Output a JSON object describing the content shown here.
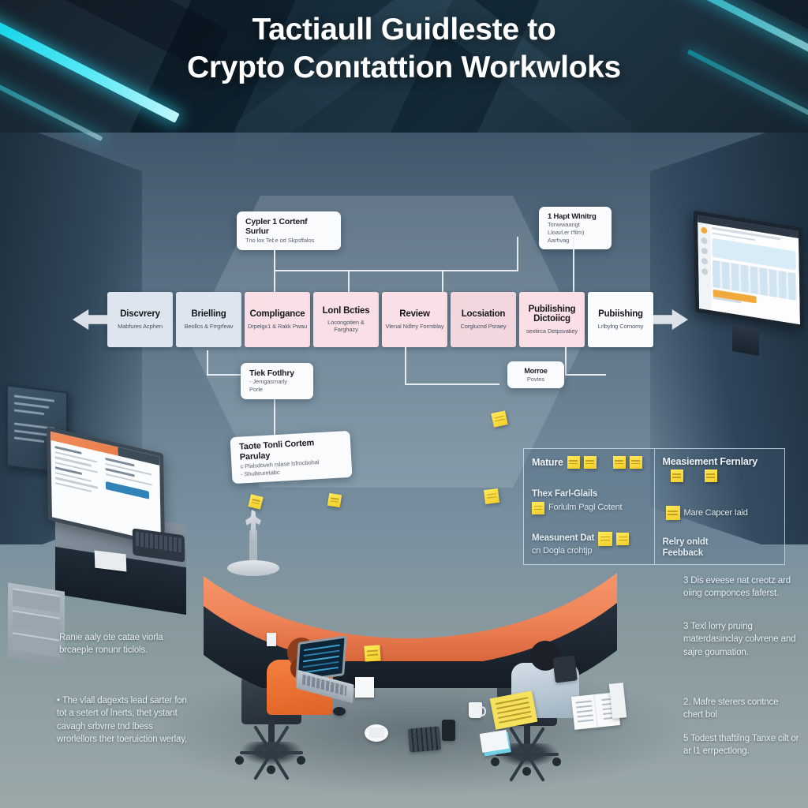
{
  "title": {
    "line1": "Tactiaull Guidleste to",
    "line2": "Crypto Conıtattion Workwloks"
  },
  "pipeline": {
    "left_arrow_icon": "arrow-left-icon",
    "right_arrow_icon": "arrow-right-icon",
    "stages": [
      {
        "title": "Discvrery",
        "sub": "Mabfures\nAcphen",
        "tone": "blue"
      },
      {
        "title": "Brielling",
        "sub": "Beollcs &\nFrrgrfeav",
        "tone": "blue"
      },
      {
        "title": "Compligance",
        "sub": "Drpelgx1 &\nRakk Pwau",
        "tone": "pink"
      },
      {
        "title": "Lonl Bcties",
        "sub": "Locongotien &\nFarghazy",
        "tone": "pink"
      },
      {
        "title": "Review",
        "sub": "Vlenal Ndlrry\nFormblay",
        "tone": "pink"
      },
      {
        "title": "Locsiation",
        "sub": "Corglucnd\nPsraey",
        "tone": "pinkdim"
      },
      {
        "title": "Pubilishing Dictoiicg",
        "sub": "sextirca\nDetpsvatiey",
        "tone": "pink"
      },
      {
        "title": "Pubiishing",
        "sub": "Lrlbylng\nCornorny",
        "tone": "white"
      }
    ]
  },
  "cards": {
    "cycle": {
      "title": "Cypler 1 Cortenf Surlur",
      "line1": "Tno lox Tebe od Skpsffalos"
    },
    "how_working": {
      "title": "1 Hapt Wlnitrg",
      "line1": "Tonwwaangt",
      "line2": "Lloavl,er t'film)",
      "line3": "Aarhvag"
    },
    "tick": {
      "title": "Tiek Fotlhry",
      "line1": "- Jemgasmarly",
      "line2": "Porle"
    },
    "morroe": {
      "title": "Morroe",
      "line1": "Povtes"
    },
    "taste": {
      "title": "Taote Tonli Cortem Parulay",
      "line1": "c Plalsdoveh rslase lsfrocbohal",
      "line2": "- Shulteuretabc"
    }
  },
  "info_panel": {
    "left": {
      "heading": "Mature",
      "block1_title": "Thex Farl-Glails",
      "block1_sub": "Forlulm Pagl Cotent",
      "block2_title": "Measunent Dat",
      "block2_sub": "cn Dogla crohtjp"
    },
    "right": {
      "heading": "Measiement Fernlary",
      "block1": "Mare Capcer Iaid",
      "block2_l1": "Relry onldt",
      "block2_l2": "Feebback"
    }
  },
  "body_text": {
    "left_1": "Ranie aaly ote catae viorla brcaeple ronunr ticlols.",
    "left_2": "• The vlall dagexts lead sarter fon tot a setert of lnerts, thet ystant cavagh srbvrre tnd lbess wrorlellors ther toeruiction werlay,",
    "right_1": "3 Dis eveese nat creotz ard oiing componces faferst.",
    "right_2": "3 Texl lorry pruing materdasinclay colvrene and sajre goumation.",
    "right_3": "2. Mafre sterers contnce chert bol",
    "right_4": "5 Todest thaftilng Tanxe cilt or ar l1 errpectlong."
  },
  "icons": {
    "sticky_note": "sticky-note-icon",
    "laptop": "laptop-icon",
    "monitor": "monitor-icon",
    "keypad": "keypad-icon",
    "phone": "phone-icon",
    "tablet": "tablet-icon",
    "mug": "coffee-mug-icon",
    "clipboard": "clipboard-icon",
    "figurine": "award-figurine-icon"
  },
  "colors": {
    "accent_cyan": "#2fd6ea",
    "desk_orange": "#f0865a",
    "sticky_yellow": "#f5e15c",
    "stage_pink": "#fadfe6",
    "stage_blue": "#dde6ef",
    "title_white": "#ffffff"
  }
}
